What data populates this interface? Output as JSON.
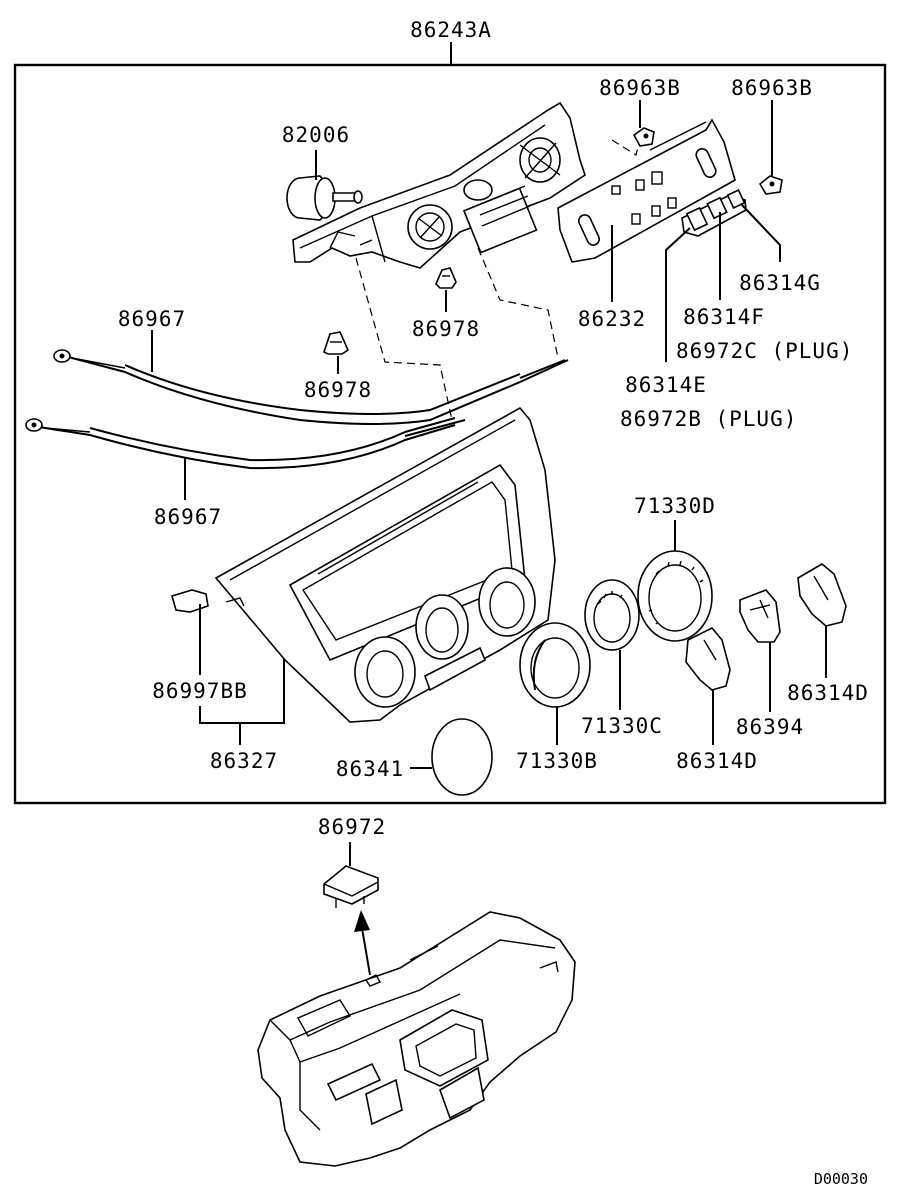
{
  "diagram": {
    "labels": {
      "assembly": "86243A",
      "vacuum_actuator": "82006",
      "clip_right": "86963B",
      "clip_left": "86963B",
      "panel": "86232",
      "switch_g": "86314G",
      "switch_f": "86314F",
      "plug_c": "86972C (PLUG)",
      "switch_e": "86314E",
      "plug_b": "86972B (PLUG)",
      "cable_top": "86967",
      "cable_bottom": "86967",
      "clip_upper": "86978",
      "clip_lower": "86978",
      "dial_d": "71330D",
      "dial_c": "71330C",
      "dial_b": "71330B",
      "knob_right": "86314D",
      "knob_mid": "86314D",
      "knob_small": "86394",
      "bracket": "86997BB",
      "bezel": "86327",
      "lens": "86341",
      "cap": "86972",
      "diagram_code": "D00030"
    }
  }
}
